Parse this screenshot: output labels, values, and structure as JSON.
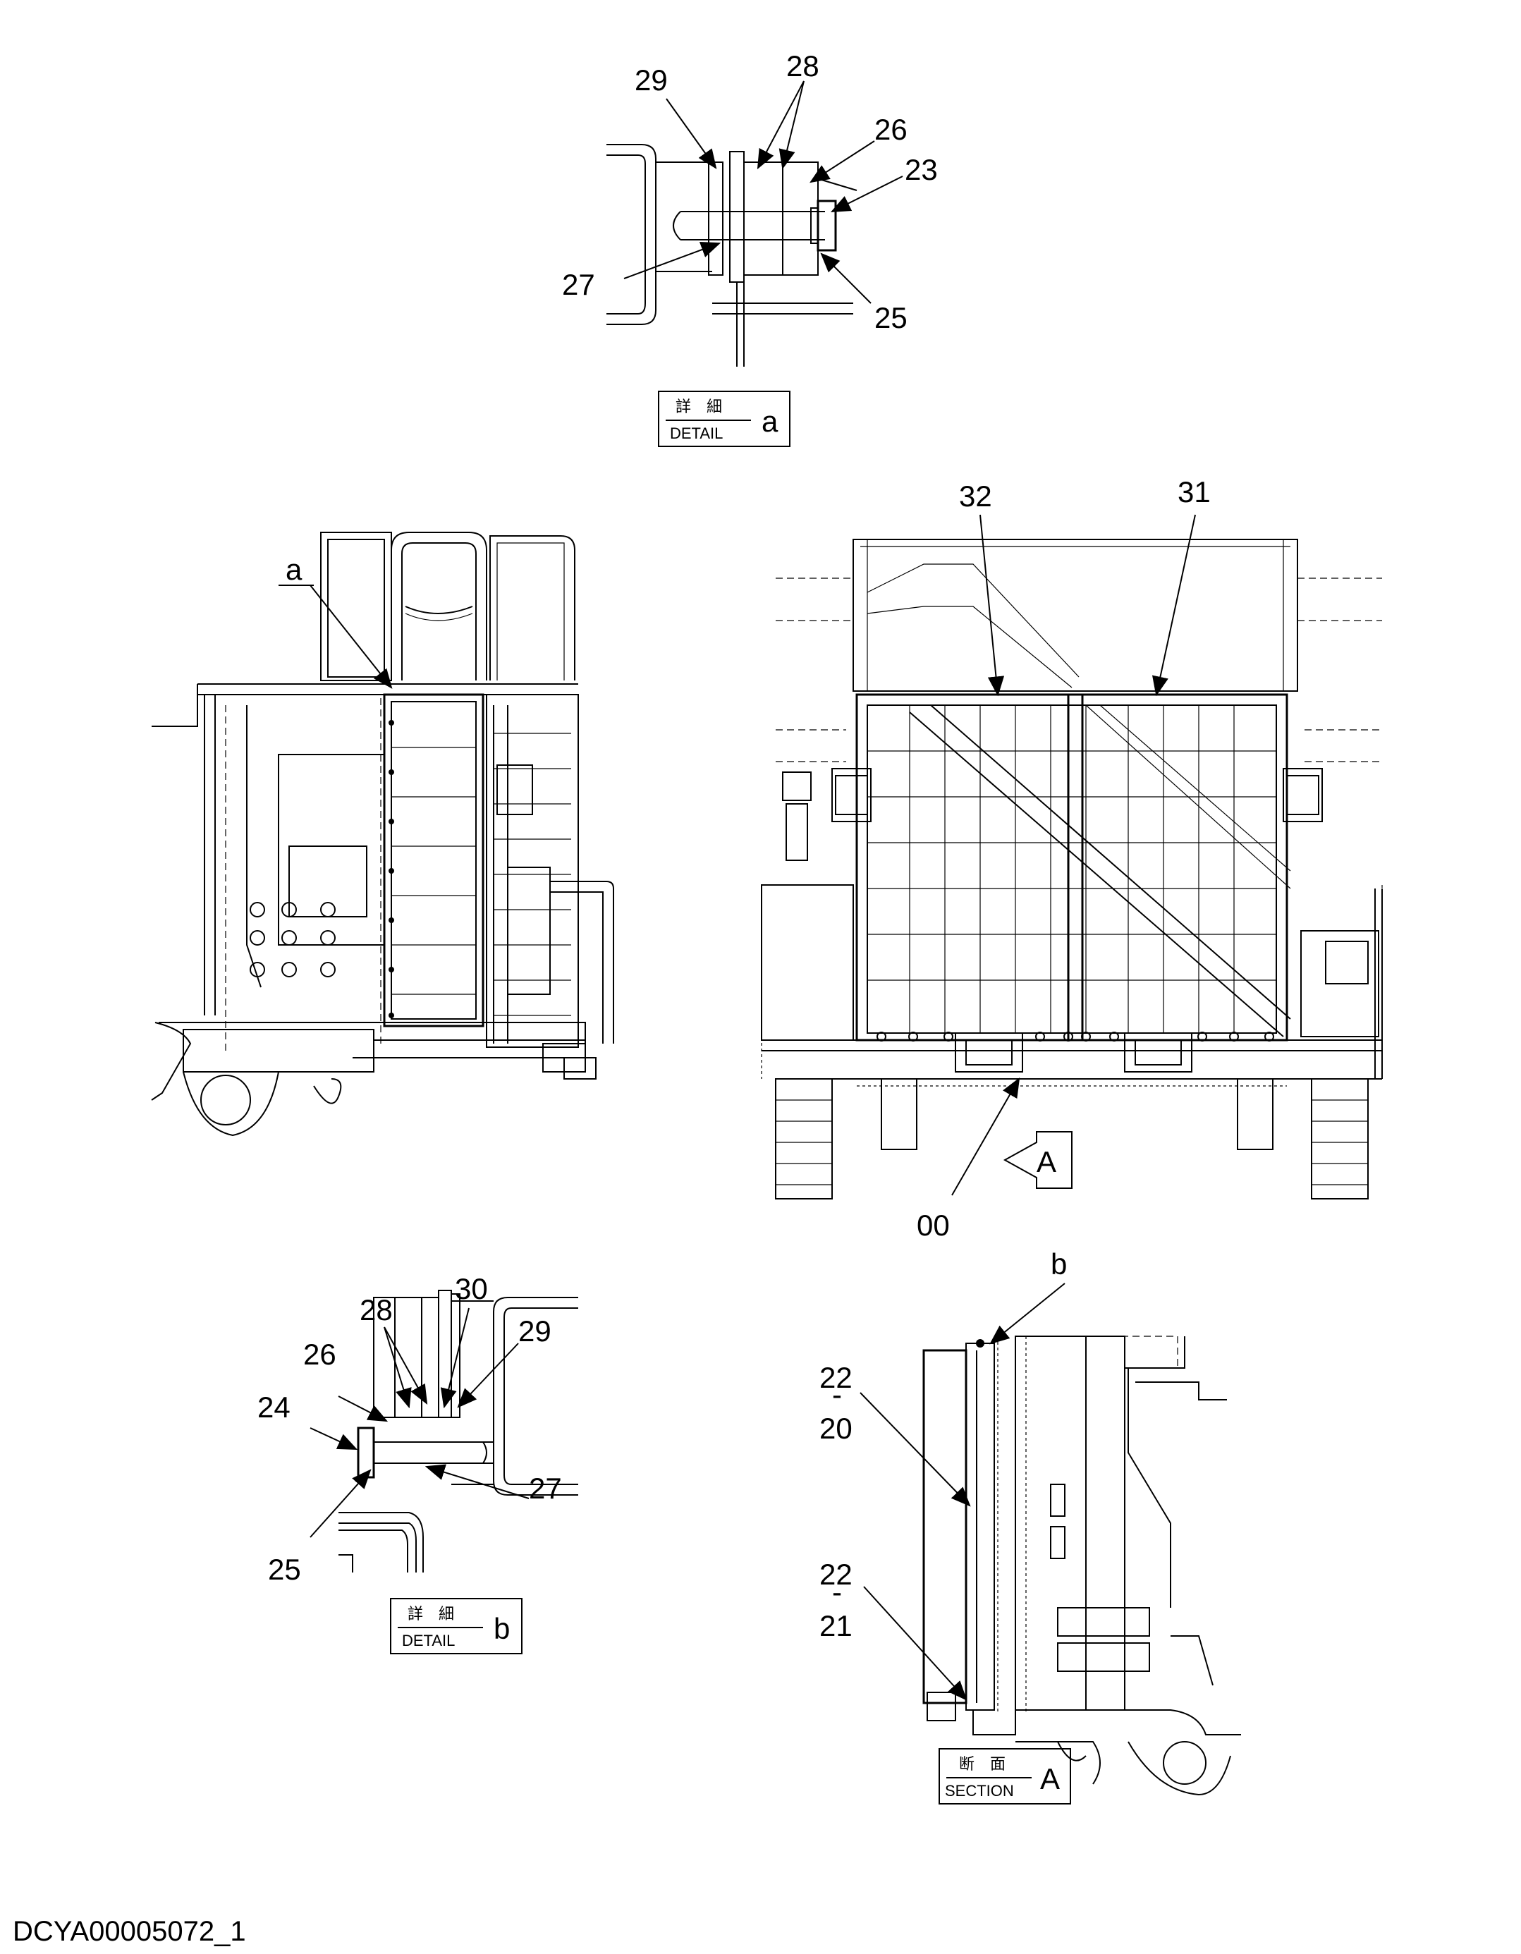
{
  "detail_a": {
    "callouts": [
      "29",
      "28",
      "26",
      "23",
      "27",
      "25"
    ],
    "box": {
      "jp": "詳　細",
      "en": "DETAIL",
      "letter": "a"
    }
  },
  "side_view": {
    "callouts": [
      "a"
    ]
  },
  "front_view": {
    "callouts": [
      "32",
      "31",
      "00"
    ],
    "view_arrow": "A"
  },
  "detail_b": {
    "callouts": [
      "28",
      "30",
      "29",
      "26",
      "24",
      "27",
      "25"
    ],
    "box": {
      "jp": "詳　細",
      "en": "DETAIL",
      "letter": "b"
    }
  },
  "section_a": {
    "callouts": [
      "b",
      "22",
      "-",
      "20",
      "22",
      "-",
      "21"
    ],
    "box": {
      "jp": "断　面",
      "en": "SECTION",
      "letter": "A"
    }
  },
  "document_id": "DCYA00005072_1"
}
